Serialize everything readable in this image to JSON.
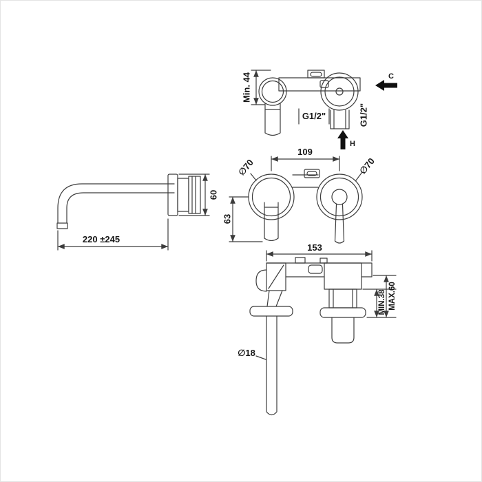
{
  "page": {
    "title": "wall-mounted basin mixer dimension drawing",
    "line_color": "#3c3c3c",
    "text_color": "#171717",
    "background": "#ffffff"
  },
  "views": {
    "top": {
      "min_depth": "Min. 44",
      "spout_thread": "G1/2\"",
      "inlet_thread": "G1/2\"",
      "cold": "C",
      "hot": "H"
    },
    "front": {
      "center_distance": "109",
      "left_dia": "∅70",
      "right_dia": "∅70",
      "spout_offset": "63"
    },
    "side": {
      "body_height": "60",
      "reach": "220 ±245"
    },
    "section": {
      "length": "153",
      "depth_min": "MIN.38",
      "depth_max": "MAX.60",
      "tube_dia": "∅18"
    }
  }
}
